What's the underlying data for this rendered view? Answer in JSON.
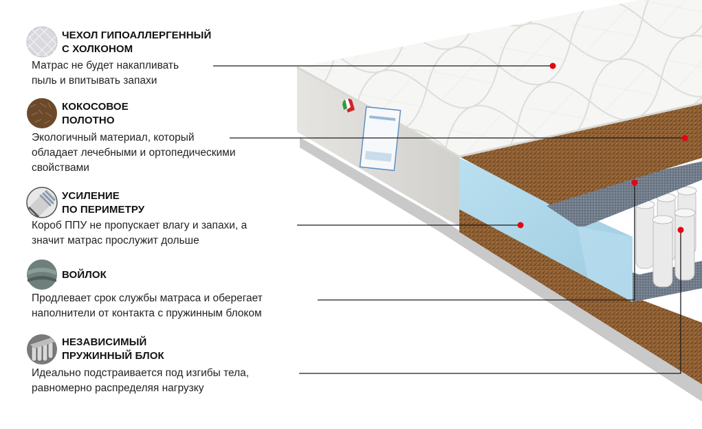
{
  "features": [
    {
      "id": "cover",
      "icon": "quilted-cover-icon",
      "title": [
        "ЧЕХОЛ ГИПОАЛЛЕРГЕННЫЙ",
        "С ХОЛКОНОМ"
      ],
      "description": [
        "Матрас не будет накапливать",
        "пыль и впитывать запахи"
      ]
    },
    {
      "id": "coconut",
      "icon": "coconut-coir-icon",
      "title": [
        "КОКОСОВОЕ",
        "ПОЛОТНО"
      ],
      "description": [
        "Экологичный материал, который",
        "обладает лечебными и ортопедическими",
        "свойствами"
      ]
    },
    {
      "id": "perimeter",
      "icon": "perimeter-reinforcement-icon",
      "title": [
        "УСИЛЕНИЕ",
        "ПО ПЕРИМЕТРУ"
      ],
      "description": [
        "Короб ППУ не пропускает влагу и запахи, а",
        "значит матрас прослужит дольше"
      ]
    },
    {
      "id": "felt",
      "icon": "felt-layer-icon",
      "title": [
        "ВОЙЛОК"
      ],
      "description": [
        "Продлевает срок службы матраса  и оберегает",
        "наполнители от контакта с пружинным блоком"
      ]
    },
    {
      "id": "springs",
      "icon": "pocket-springs-icon",
      "title": [
        "НЕЗАВИСИМЫЙ",
        "ПРУЖИННЫЙ БЛОК"
      ],
      "description": [
        "Идеально подстраивается под изгибы тела,",
        "равномерно распределяя нагрузку"
      ]
    }
  ],
  "colors": {
    "marker": "#e30613",
    "leader_line": "#1a1a1a",
    "cover": "#f4f4f2",
    "side": "#dcdad6",
    "coconut": "#8a5a2e",
    "foam": "#a9d3e6",
    "felt": "#6f7a88",
    "spring": "#e9e9e9"
  }
}
